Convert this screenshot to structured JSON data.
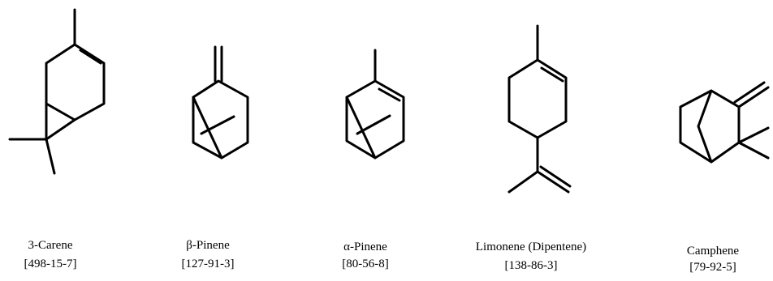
{
  "compounds": [
    {
      "name": "3-Carene",
      "cas": "[498-15-7]",
      "structure": "3-carene-skeletal-formula"
    },
    {
      "name": "β-Pinene",
      "cas": "[127-91-3]",
      "structure": "beta-pinene-skeletal-formula"
    },
    {
      "name": "α-Pinene",
      "cas": "[80-56-8]",
      "structure": "alpha-pinene-skeletal-formula"
    },
    {
      "name": "Limonene (Dipentene)",
      "cas": "[138-86-3]",
      "structure": "limonene-skeletal-formula"
    },
    {
      "name": "Camphene",
      "cas": "[79-92-5]",
      "structure": "camphene-skeletal-formula"
    }
  ]
}
